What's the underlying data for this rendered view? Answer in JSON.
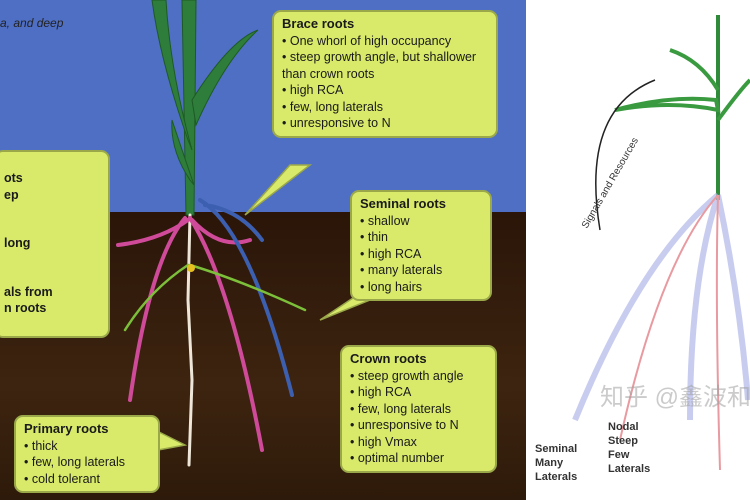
{
  "caption": "a, and deep",
  "left_box": {
    "lines": [
      "ots",
      "ep",
      "",
      "long",
      "",
      "als from",
      "n roots"
    ]
  },
  "brace": {
    "title": "Brace roots",
    "items": [
      "One whorl of high occupancy",
      "steep growth angle, but shallower than crown roots",
      "high RCA",
      "few, long laterals",
      "unresponsive to N"
    ]
  },
  "seminal": {
    "title": "Seminal roots",
    "items": [
      "shallow",
      "thin",
      "high RCA",
      "many laterals",
      "long hairs"
    ]
  },
  "crown": {
    "title": "Crown roots",
    "items": [
      "steep growth angle",
      "high RCA",
      "few, long laterals",
      "unresponsive to N",
      "high Vmax",
      "optimal number"
    ]
  },
  "primary": {
    "title": "Primary roots",
    "items": [
      "thick",
      "few, long laterals",
      "cold tolerant"
    ]
  },
  "right": {
    "arc_label": "Signals and Resources",
    "seminal_label": "Seminal",
    "seminal_sub": "Many Laterals",
    "nodal_label": "Nodal",
    "nodal_sub1": "Steep",
    "nodal_sub2": "Few Laterals",
    "watermark": "知乎 @鑫波和"
  }
}
